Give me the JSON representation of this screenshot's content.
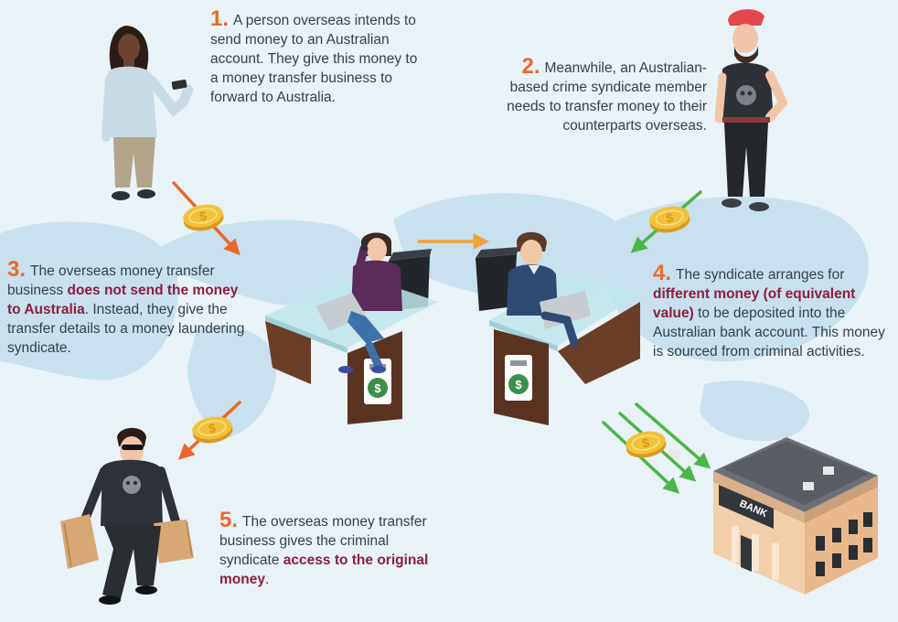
{
  "steps": {
    "s1": {
      "number": "1.",
      "text": "A person overseas intends to send money to an Australian account. They give this money to a money transfer business to forward to Australia."
    },
    "s2": {
      "number": "2.",
      "text": "Meanwhile, an Australian-based crime syndicate member needs to transfer money to their counterparts overseas."
    },
    "s3": {
      "number": "3.",
      "text_a": "The overseas money transfer business ",
      "bold": "does not send the money to Australia",
      "text_b": ". Instead, they give the transfer details to a money laundering syndicate."
    },
    "s4": {
      "number": "4.",
      "text_a": "The syndicate arranges for ",
      "bold": "different money (of equivalent value)",
      "text_b": " to be deposited into the Australian bank account. This money is sourced from criminal activities."
    },
    "s5": {
      "number": "5.",
      "text_a": "The overseas money transfer business gives the criminal syndicate ",
      "bold": "access to the original money",
      "text_b": "."
    }
  },
  "bank_sign": "BANK",
  "coin_symbol": "$",
  "icons": [
    "person-woman-phone",
    "syndicate-member",
    "overseas-clerk-desk",
    "australian-clerk-desk",
    "criminal-with-bags",
    "bank-building",
    "gold-coin",
    "arrow"
  ],
  "colors": {
    "background": "#e9f2f7",
    "map": "#c9e0ee",
    "step_number": "#e96a2b",
    "emphasis": "#8b1e3f",
    "arrow_orange": "#e9672b",
    "arrow_green": "#4cb648",
    "arrow_yellow": "#f2a23a",
    "coin": "#f2c23a"
  }
}
